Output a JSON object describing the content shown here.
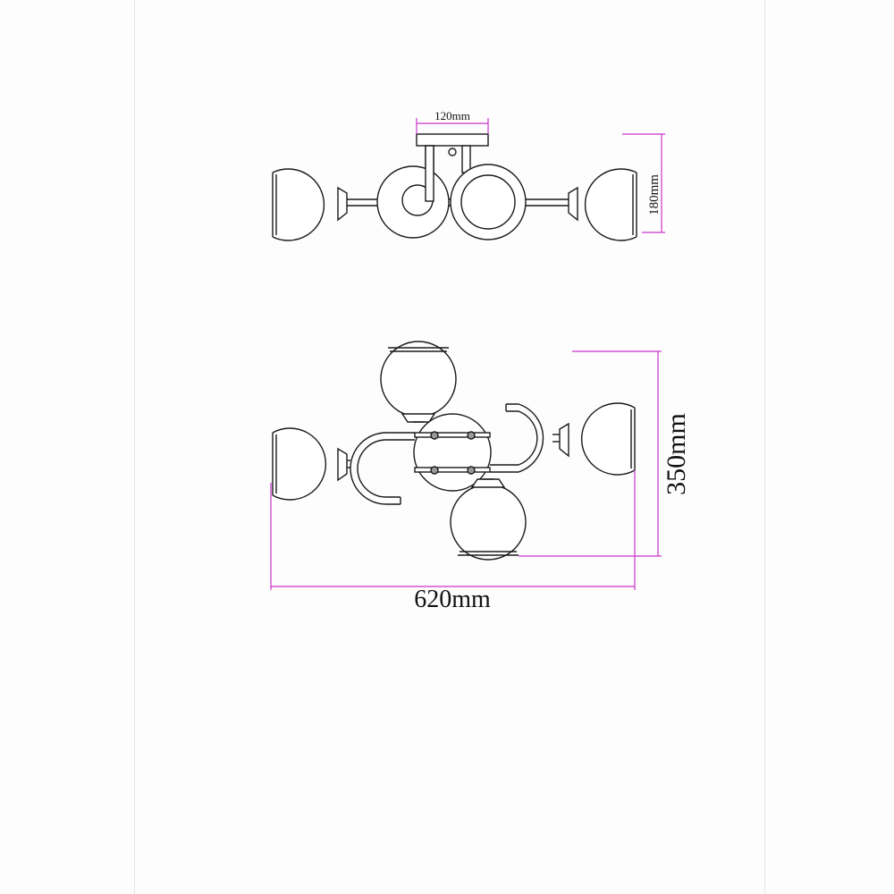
{
  "colors": {
    "line": "#1a1a1a",
    "dimension": "#cc33cc",
    "background": "#ffffff"
  },
  "dimensions": {
    "mount_width": "120mm",
    "height": "180mm",
    "depth": "350mm",
    "width": "620mm"
  }
}
